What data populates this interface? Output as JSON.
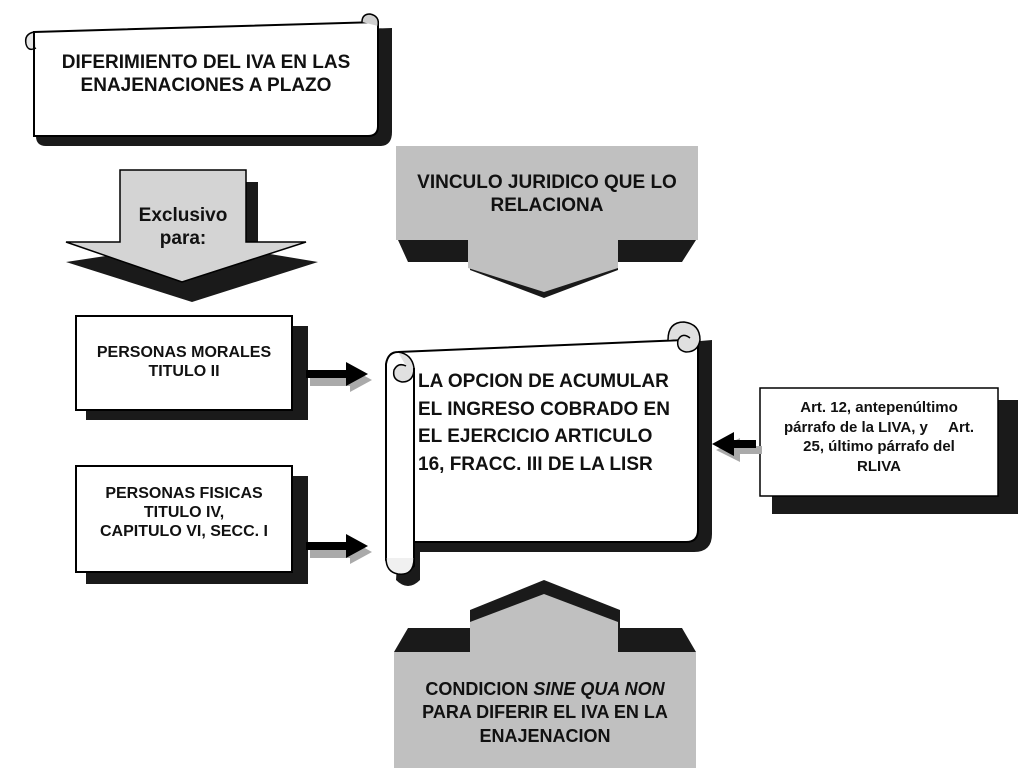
{
  "title_scroll": {
    "line1": "DIFERIMIENTO DEL IVA EN LAS",
    "line2": "ENAJENACIONES A PLAZO"
  },
  "exclusivo_arrow": {
    "line1": "Exclusivo",
    "line2": "para:"
  },
  "vinculo_arrow": {
    "line1": "VINCULO JURIDICO QUE LO",
    "line2": "RELACIONA"
  },
  "personas_morales_box": {
    "line1": "PERSONAS MORALES",
    "line2": "TITULO II"
  },
  "personas_fisicas_box": {
    "line1": "PERSONAS FISICAS",
    "line2": "TITULO IV,",
    "line3": "CAPITULO VI, SECC. I"
  },
  "central_scroll": {
    "line1": "LA OPCION DE ACUMULAR",
    "line2": "EL INGRESO COBRADO EN",
    "line3": "EL EJERCICIO ARTICULO",
    "line4": "16, FRACC. III DE LA LISR"
  },
  "articulo_box": {
    "line1": "Art. 12, antepenúltimo",
    "line2": "párrafo de la LIVA, y     Art.",
    "line3": "25, último párrafo del",
    "line4": "RLIVA"
  },
  "condicion_arrow": {
    "line1_prefix": "CONDICION ",
    "line1_italic": "SINE QUA NON",
    "line2": "PARA DIFERIR EL IVA EN LA",
    "line3": "ENAJENACION"
  },
  "colors": {
    "arrow_fill": "#c0c0c0",
    "shadow": "#1a1a1a",
    "box_fill": "#ffffff",
    "border": "#000000"
  }
}
